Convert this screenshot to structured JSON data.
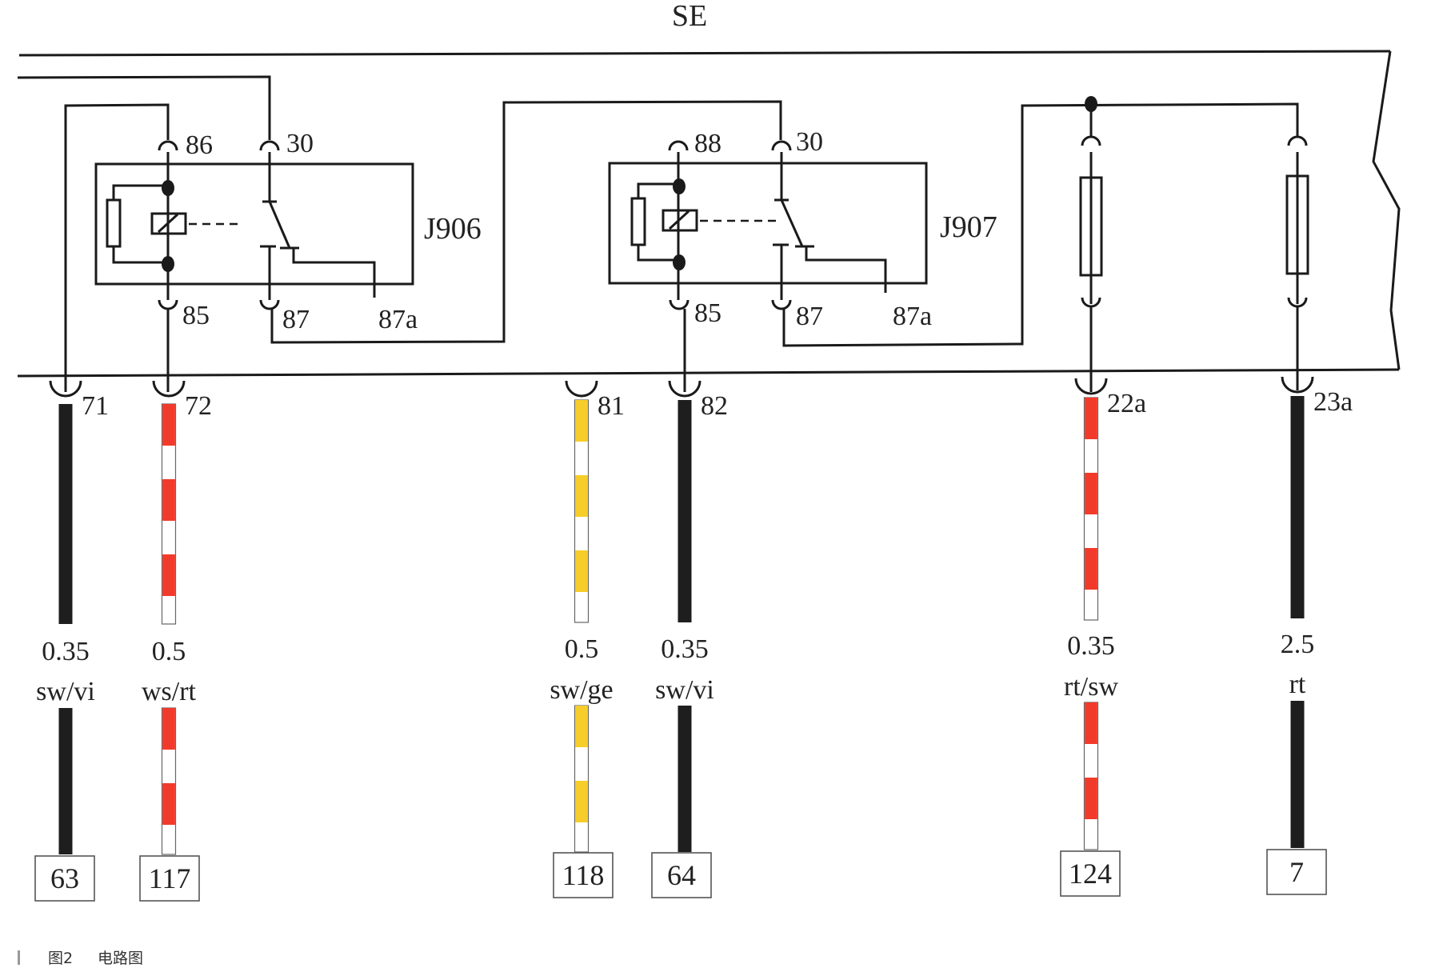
{
  "title": "SE",
  "caption": {
    "figure": "图2",
    "text": "电路图"
  },
  "colors": {
    "line": "#1a1a1a",
    "black_wire": "#1e1e1e",
    "red": "#f23a2b",
    "yellow": "#f6cd2a",
    "white": "#ffffff"
  },
  "relays": [
    {
      "id": "J906",
      "pins": {
        "coil_top": "86",
        "switch_in": "30",
        "coil_bottom": "85",
        "no": "87",
        "nc": "87a"
      }
    },
    {
      "id": "J907",
      "pins": {
        "coil_top": "88",
        "switch_in": "30",
        "coil_bottom": "85",
        "no": "87",
        "nc": "87a"
      }
    }
  ],
  "connectors": [
    {
      "pin": "71",
      "size": "0.35",
      "color_code": "sw/vi",
      "pattern": "solid",
      "primary": "black_wire",
      "terminal": "63"
    },
    {
      "pin": "72",
      "size": "0.5",
      "color_code": "ws/rt",
      "pattern": "striped",
      "primary": "red",
      "terminal": "117"
    },
    {
      "pin": "81",
      "size": "0.5",
      "color_code": "sw/ge",
      "pattern": "striped",
      "primary": "yellow",
      "terminal": "118"
    },
    {
      "pin": "82",
      "size": "0.35",
      "color_code": "sw/vi",
      "pattern": "solid",
      "primary": "black_wire",
      "terminal": "64"
    },
    {
      "pin": "22a",
      "size": "0.35",
      "color_code": "rt/sw",
      "pattern": "striped",
      "primary": "red",
      "terminal": "124"
    },
    {
      "pin": "23a",
      "size": "2.5",
      "color_code": "rt",
      "pattern": "solid",
      "primary": "black_wire",
      "terminal": "7"
    }
  ]
}
